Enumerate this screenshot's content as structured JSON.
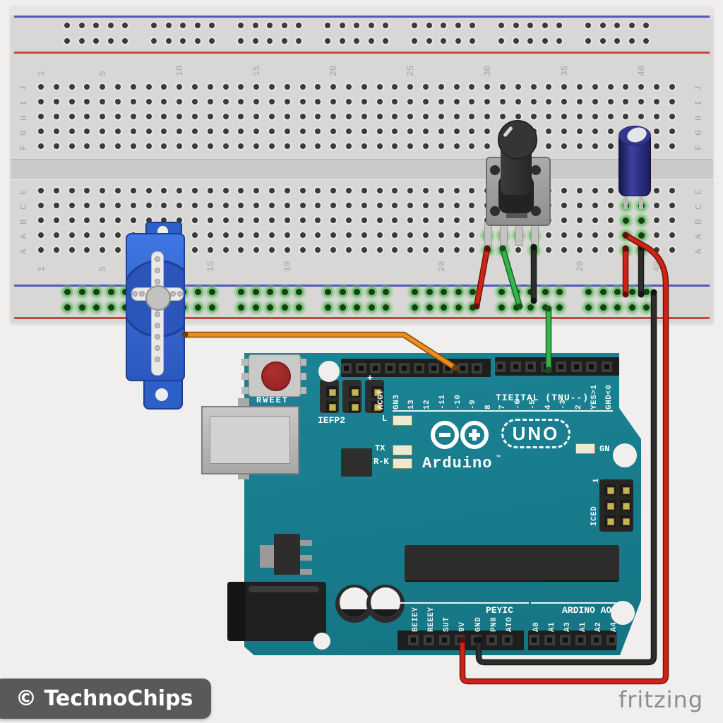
{
  "watermark": {
    "text": "© TechnoChips"
  },
  "brand": {
    "text": "fritzing"
  },
  "colors": {
    "board_teal": "#177f8e",
    "rail_blue": "#5558bb",
    "rail_red": "#bf4c44",
    "highlight_green": "#79c279",
    "wire_red": "#cf2318",
    "wire_green": "#35b44a",
    "wire_black": "#2d2d2d",
    "wire_orange": "#ef8c1c",
    "badge_gray": "#595959"
  },
  "breadboard": {
    "row_letters_top": [
      "J",
      "I",
      "H",
      "G",
      "F"
    ],
    "row_letters_bottom": [
      "E",
      "C",
      "B",
      "A",
      "A"
    ],
    "top_numbers": [
      {
        "label": "1",
        "col": 1
      },
      {
        "label": "5",
        "col": 5
      },
      {
        "label": "10",
        "col": 10
      },
      {
        "label": "15",
        "col": 15
      },
      {
        "label": "20",
        "col": 20
      },
      {
        "label": "25",
        "col": 25
      },
      {
        "label": "30",
        "col": 30
      },
      {
        "label": "35",
        "col": 35
      },
      {
        "label": "40",
        "col": 40
      }
    ],
    "bottom_numbers": [
      {
        "label": "1",
        "col": 1
      },
      {
        "label": "5",
        "col": 5
      },
      {
        "label": "15",
        "col": 12
      },
      {
        "label": "10",
        "col": 17
      },
      {
        "label": "20",
        "col": 27
      },
      {
        "label": "20",
        "col": 36
      },
      {
        "label": "40",
        "col": 41
      }
    ]
  },
  "arduino": {
    "reset_label": "RWEET",
    "icsp2_label": "IEFP2",
    "icsp2_plus": "+",
    "led_l": "L",
    "led_tx": "TX",
    "led_rx": "R-K",
    "led_on": "GN",
    "logo_text": "Arduino",
    "logo_tm": "™",
    "uno_text": "UNO",
    "digital_label": "TIEITAL (TNU--)",
    "icsp_label": "ICED",
    "icsp_pin1": "1",
    "power_label": "PEYIC",
    "analog_label": "ARDINO AO",
    "top_pin_labels": [
      "ACGT",
      "GN3",
      "13",
      "12",
      "-11",
      "-10",
      "-9",
      "8",
      "7",
      "-6",
      "-5",
      "4",
      "-3",
      "2",
      "YES>1",
      "GHD<0"
    ],
    "bottom_left_pin_labels": [
      "BEIEY",
      "REEEY",
      "SUT",
      "9V",
      "GND",
      "PN8",
      "ATO"
    ],
    "bottom_right_pin_labels": [
      "A0",
      "A1",
      "A3",
      "A1",
      "A2",
      "A4"
    ]
  },
  "wires": [
    {
      "id": "servo_signal",
      "color": "#ef8c1c",
      "from": "servo",
      "to": "arduino-digital-10"
    },
    {
      "id": "encoder_red",
      "color": "#cf2318",
      "from": "encoder-column",
      "to": "bottom-rail"
    },
    {
      "id": "encoder_green",
      "color": "#35b44a",
      "from": "encoder-column",
      "to": "bottom-rail"
    },
    {
      "id": "encoder_black",
      "color": "#2d2d2d",
      "from": "encoder-column",
      "to": "bottom-rail"
    },
    {
      "id": "signal_green",
      "color": "#35b44a",
      "from": "bottom-rail",
      "to": "arduino-digital-4"
    },
    {
      "id": "cap_red",
      "color": "#cf2318",
      "from": "capacitor-column",
      "to": "bottom-rail"
    },
    {
      "id": "cap_black",
      "color": "#2d2d2d",
      "from": "capacitor-column",
      "to": "bottom-rail"
    },
    {
      "id": "power_red",
      "color": "#cf2318",
      "from": "arduino-5v-pin",
      "to": "breadboard-capacitor-column"
    },
    {
      "id": "ground_black",
      "color": "#2d2d2d",
      "from": "arduino-gnd-pin",
      "to": "bottom-rail"
    }
  ]
}
